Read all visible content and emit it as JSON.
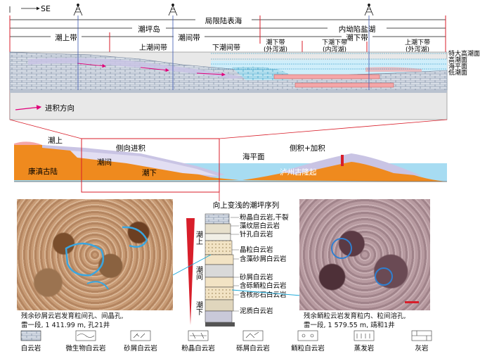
{
  "top": {
    "compass": "SE",
    "zones": {
      "restricted_platform_sea": "局限陆表海",
      "tidal_flat_island": "潮坪岛",
      "intraplatform_salt_lake": "内坳陷盐湖",
      "supratidal_left": "潮上带",
      "intertidal_center": "潮间带",
      "upper_intertidal": "上潮间带",
      "lower_intertidal": "下潮间带",
      "subtidal_outer": "潮下带",
      "subtidal_outer_sub": "(外泻湖)",
      "subtidal_inner": "下潮下带",
      "subtidal_inner_sub": "(内泻湖)",
      "subtidal_center": "潮下带",
      "upper_subtidal": "上潮下带",
      "upper_subtidal_sub": "(外泻湖)"
    },
    "sea_levels": [
      "特大高潮面",
      "高潮面",
      "海平面",
      "低潮面"
    ],
    "legend_arrow": "进积方向"
  },
  "middle": {
    "supratidal": "潮上",
    "lateral_progradation": "侧向进积",
    "intertidal": "潮间",
    "subtidal": "潮下",
    "kangdian": "康滇古陆",
    "sea_level": "海平面",
    "aggradation": "侧积+加积",
    "luzhou": "泸州古隆起"
  },
  "column": {
    "title": "向上变浅的潮坪序列",
    "zone_top": "潮上",
    "zone_mid": "潮间",
    "zone_bottom": "潮下",
    "layers": [
      "粉晶白云岩,干裂",
      "藻纹层白云岩",
      "针孔白云岩",
      "晶粒白云岩",
      "含藻砂屑白云岩",
      "砂屑白云岩",
      "含砾鲕粒白云岩",
      "含核形石白云岩",
      "泥质白云岩"
    ]
  },
  "photos": {
    "left_caption": [
      "残余砂屑云岩发育粒间孔、间晶孔,",
      "雷一段, 1 411.99 m, 孔21井"
    ],
    "right_caption": [
      "残余鲕粒云岩发育粒内、粒间溶孔,",
      "雷一段, 1 579.55 m, 靖和1井"
    ]
  },
  "legend": [
    "白云岩",
    "微生物白云岩",
    "砂屑白云岩",
    "粉晶白云岩",
    "砾屑白云岩",
    "鲕粒白云岩",
    "蒸发岩",
    "灰岩"
  ],
  "colors": {
    "orange": "#ef8a1e",
    "sea": "#a7dcf2",
    "lavender": "#c9c4e4",
    "pink": "#f4a6a8",
    "red": "#d81e2a",
    "cyan": "#19a8d8",
    "magenta": "#e0007a"
  }
}
